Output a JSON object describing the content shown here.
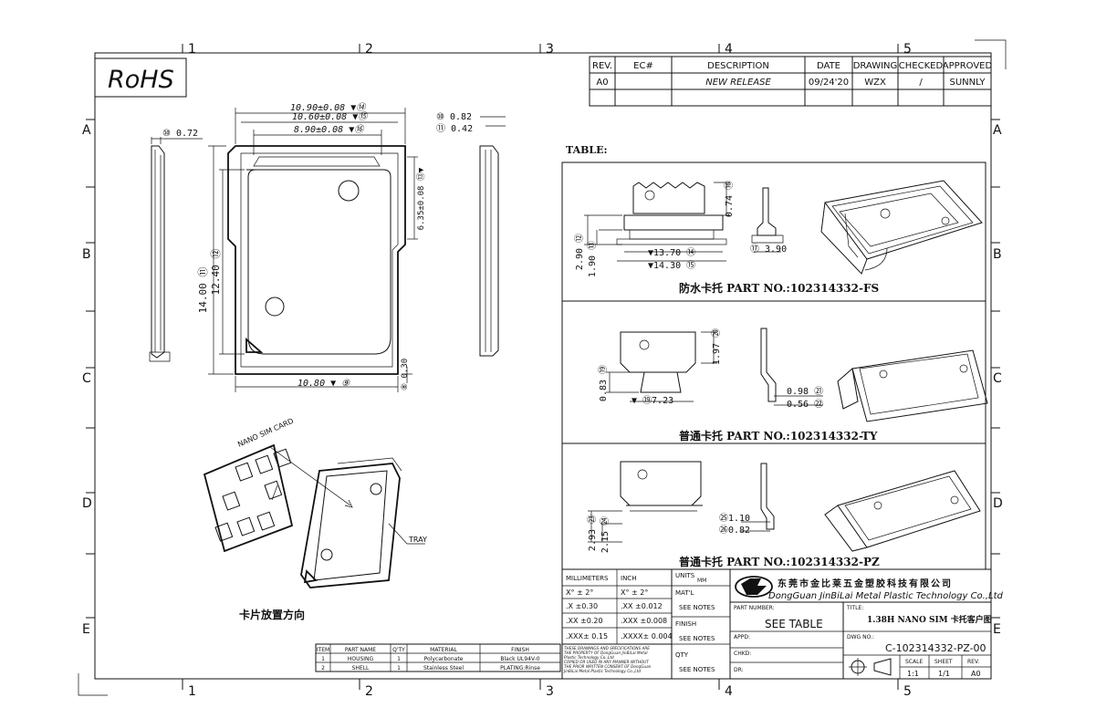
{
  "zones": {
    "cols": [
      "1",
      "2",
      "3",
      "4",
      "5"
    ],
    "rows": [
      "A",
      "B",
      "C",
      "D",
      "E"
    ]
  },
  "rohs": "RoHS",
  "revision_table": {
    "headers": [
      "REV.",
      "EC#",
      "DESCRIPTION",
      "DATE",
      "DRAWING",
      "CHECKED",
      "APPROVED"
    ],
    "row": [
      "A0",
      "",
      "NEW RELEASE",
      "09/24'20",
      "WZX",
      "/",
      "SUNNLY"
    ]
  },
  "table_label": "TABLE:",
  "main_dims": {
    "w1": "10.90±0.08 ▼⑭",
    "w2": "10.60±0.08 ▼⑮",
    "w3": "8.90±0.08 ▼⑯",
    "t1": "⑩ 0.72",
    "h1": "14.00 ⑪",
    "h2": "12.40 ⑫",
    "h3": "6.35±0.08 ⑬▼",
    "bottom_w": "10.80 ▼ ⑨",
    "bottom_t": "⑧ 0.30",
    "side1": "⑩ 0.82",
    "side2": "⑪ 0.42"
  },
  "variants": [
    {
      "name": "防水卡托 PART NO.:102314332-FS",
      "dims": [
        "2.90 ⑫",
        "1.90 ⑬",
        "▼13.70 ⑭",
        "▼14.30 ⑮",
        "0.74 ⑯",
        "⑰ 3.90"
      ]
    },
    {
      "name": "普通卡托 PART NO.:102314332-TY",
      "dims": [
        "0.83 ⑲",
        "▼ ⑲7.23",
        "1.97 ⑳",
        "0.98 ㉑",
        "0.56 ㉒"
      ]
    },
    {
      "name": "普通卡托 PART NO.:102314332-PZ",
      "dims": [
        "2.93 ㉓",
        "2.15 ㉔",
        "㉕1.10",
        "㉖0.82"
      ]
    }
  ],
  "assembly": {
    "card_label": "NANO SIM CARD",
    "tray_label": "TRAY",
    "caption": "卡片放置方向"
  },
  "bom": {
    "headers": [
      "ITEM",
      "PART NAME",
      "Q'TY",
      "MATERIAL",
      "FINISH"
    ],
    "rows": [
      [
        "1",
        "HOUSING",
        "1",
        "Polycarbonate",
        "Black UL94V-0"
      ],
      [
        "2",
        "SHELL",
        "1",
        "Stainless Steel",
        "PLATING:Rinse"
      ]
    ]
  },
  "tolerance": {
    "headers": [
      "MILLIMETERS",
      "INCH"
    ],
    "rows": [
      [
        "X° ± 2°",
        "X° ± 2°"
      ],
      [
        ".X ±0.30",
        ".XX ±0.012"
      ],
      [
        ".XX ±0.20",
        ".XXX ±0.008"
      ],
      [
        ".XXX± 0.15",
        ".XXXX± 0.004"
      ]
    ],
    "notice": [
      "THESE DRAWINGS AND SPECIFICATIONS ARE",
      "THE PROPERTY OF DongGuan JinBiLai Metal",
      "Plastic Technology Co.,Ltd",
      "COPIED OR USED IN ANY MANNER WITHOUT",
      "THE PRIOR WRITTEN CONSENT OF DongGuan",
      "JinBiLai Metal Plastic Technology Co.,Ltd"
    ]
  },
  "title_block": {
    "units_label": "UNITS",
    "units_value": "MM",
    "matl_label": "MAT'L",
    "matl_value": "SEE NOTES",
    "finish_label": "FINISH",
    "finish_value": "SEE NOTES",
    "qty_label": "QTY",
    "qty_value": "SEE NOTES",
    "company_cn": "东莞市金比莱五金塑胶科技有限公司",
    "company_en": "DongGuan JinBiLai Metal Plastic Technology Co.,Ltd",
    "part_number_label": "PART NUMBER:",
    "part_number_value": "SEE TABLE",
    "title_label": "TITLE:",
    "title_value": "1.38H NANO SIM 卡托客户图",
    "appd_label": "APPD:",
    "chkd_label": "CHKD:",
    "dr_label": "DR:",
    "dwg_label": "DWG NO.:",
    "dwg_value": "C-102314332-PZ-00",
    "scale_label": "SCALE",
    "scale_value": "1:1",
    "sheet_label": "SHEET",
    "sheet_value": "1/1",
    "rev_label": "REV.",
    "rev_value": "A0"
  }
}
